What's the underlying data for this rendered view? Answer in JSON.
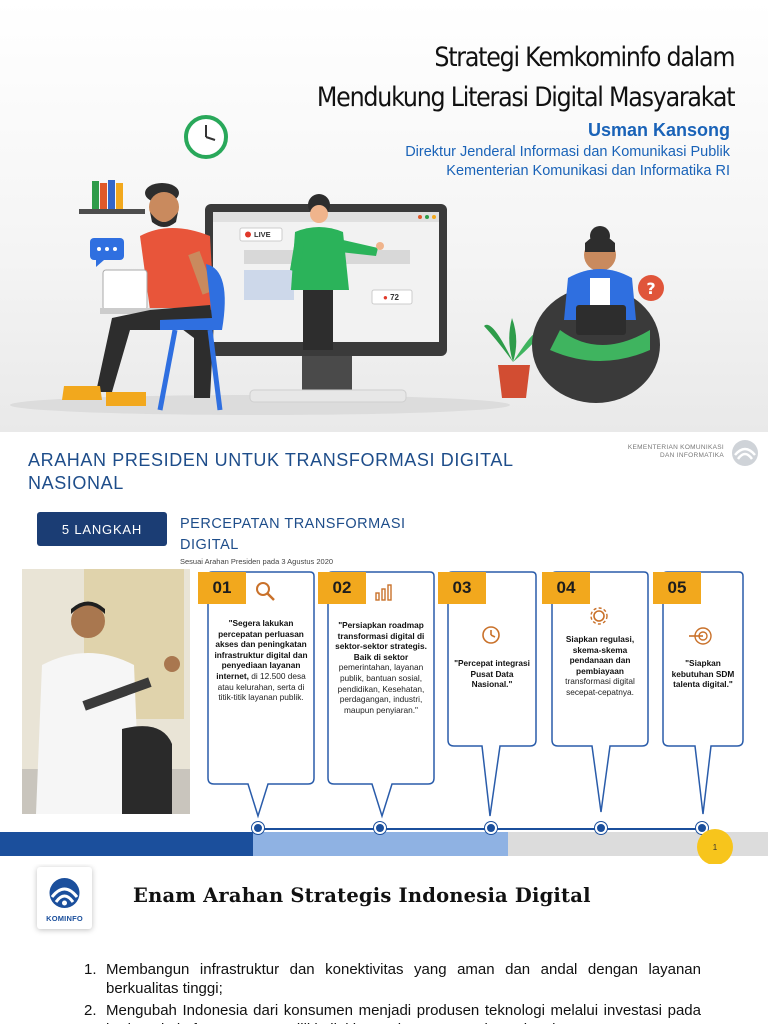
{
  "slide1": {
    "title_line1": "Strategi Kemkominfo dalam",
    "title_line2": "Mendukung Literasi Digital Masyarakat",
    "author": "Usman Kansong",
    "role_line1": "Direktur Jenderal Informasi dan Komunikasi Publik",
    "role_line2": "Kementerian Komunikasi dan Informatika RI",
    "live_label": "LIVE",
    "viewer_count": "72"
  },
  "slide2": {
    "title": "ARAHAN PRESIDEN UNTUK TRANSFORMASI DIGITAL NASIONAL",
    "logo_line1": "KEMENTERIAN KOMUNIKASI",
    "logo_line2": "DAN INFORMATIKA",
    "badge": "5 LANGKAH",
    "subtitle": "PERCEPATAN TRANSFORMASI DIGITAL",
    "note": "Sesuai Arahan Presiden pada 3 Agustus 2020",
    "steps": [
      {
        "num": "01",
        "icon": "search-icon",
        "bold": "\"Segera lakukan percepatan perluasan akses dan peningkatan infrastruktur digital dan penyediaan layanan internet,",
        "text": "di 12.500 desa atau kelurahan, serta di titik-titik layanan publik."
      },
      {
        "num": "02",
        "icon": "bar-chart-icon",
        "bold": "\"Persiapkan roadmap transformasi digital di sektor-sektor strategis. Baik di sektor",
        "text": "pemerintahan, layanan publik, bantuan sosial, pendidikan, Kesehatan, perdagangan, industri, maupun penyiaran.\""
      },
      {
        "num": "03",
        "icon": "clock-icon",
        "bold": "\"Percepat integrasi Pusat Data Nasional.\"",
        "text": ""
      },
      {
        "num": "04",
        "icon": "gear-icon",
        "bold": "Siapkan regulasi, skema-skema pendanaan dan pembiayaan",
        "text": "transformasi digital secepat-cepatnya."
      },
      {
        "num": "05",
        "icon": "target-icon",
        "bold": "\"Siapkan kebutuhan SDM talenta digital.\"",
        "text": ""
      }
    ],
    "page_number": "1"
  },
  "slide3": {
    "logo_label": "KOMINFO",
    "title": "Enam Arahan Strategis Indonesia Digital",
    "items": [
      {
        "num": "1.",
        "text": "Membangun infrastruktur dan konektivitas yang aman dan andal dengan layanan berkualitas tinggi;"
      },
      {
        "num": "2.",
        "text": "Mengubah Indonesia dari konsumen menjadi produsen teknologi melalui investasi pada berbagai platform yang memiliki nilai kepentingan strategis nasional"
      }
    ]
  },
  "colors": {
    "brand_blue": "#1b3d74",
    "accent_orange": "#f2a81d",
    "link_blue": "#1a63b8"
  }
}
